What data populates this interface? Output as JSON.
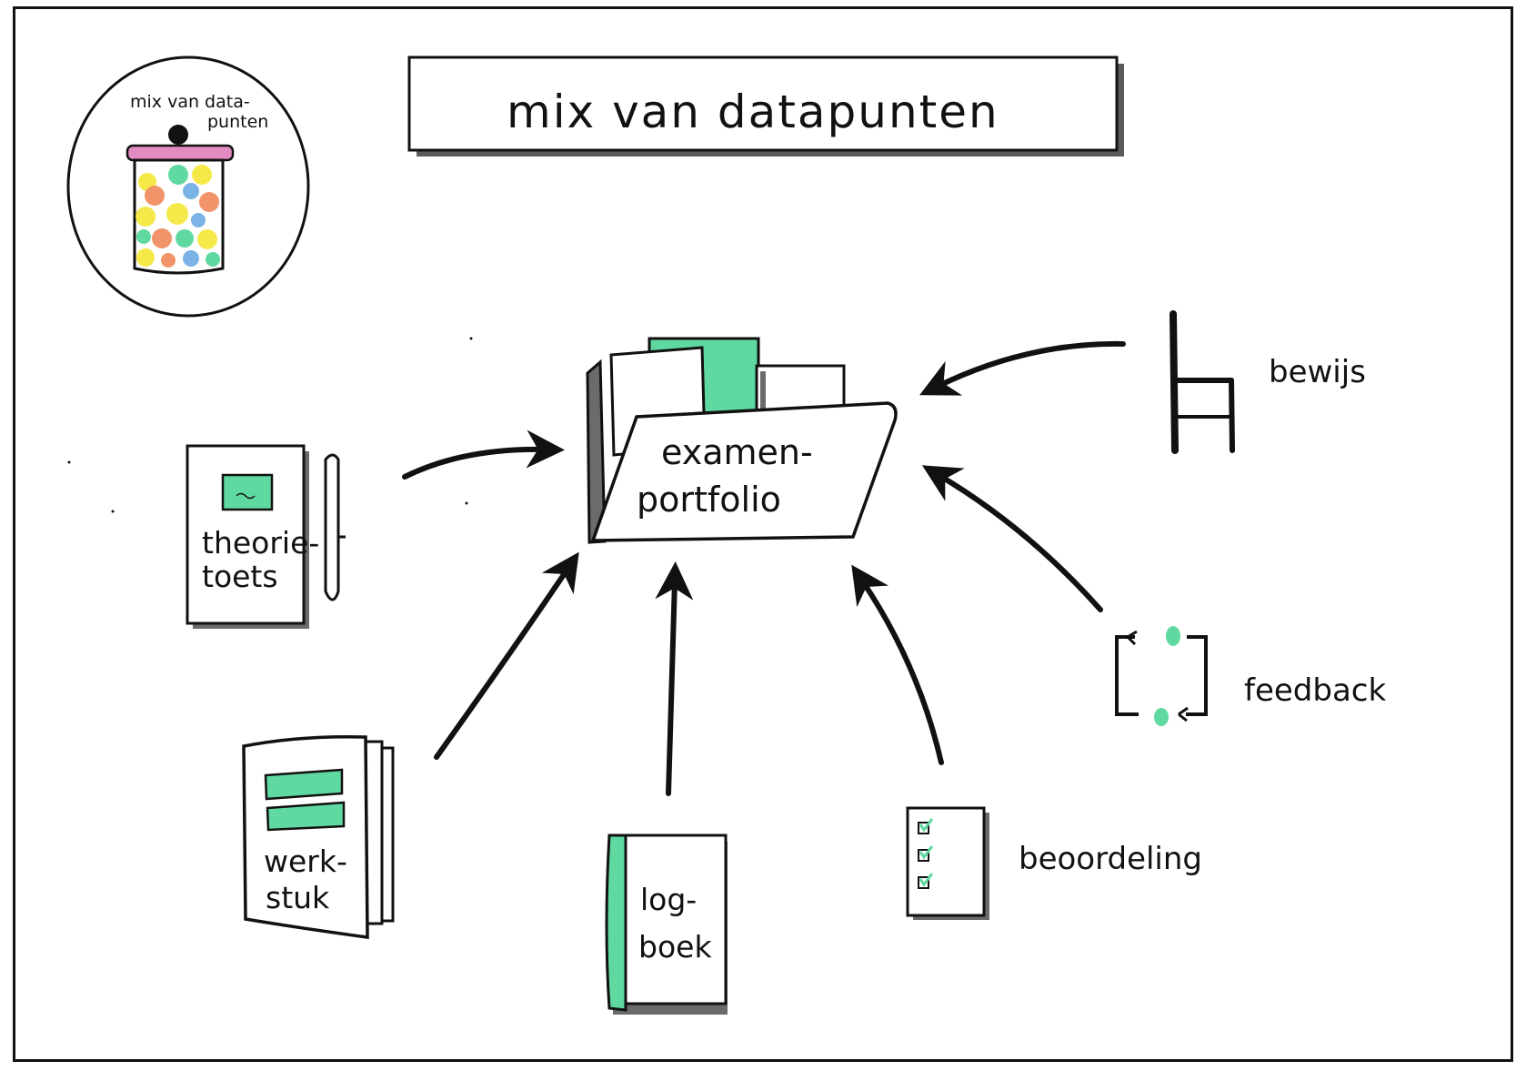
{
  "title": "mix van datapunten",
  "jar": {
    "line1": "mix van data-",
    "line2": "punten"
  },
  "center": {
    "line1": "examen-",
    "line2": "portfolio"
  },
  "sources": {
    "theorietoets": {
      "line1": "theorie-",
      "line2": "toets"
    },
    "werkstuk": {
      "line1": "werk-",
      "line2": "stuk"
    },
    "logboek": {
      "line1": "log-",
      "line2": "boek"
    },
    "beoordeling": "beoordeling",
    "feedback": "feedback",
    "bewijs": "bewijs"
  },
  "colors": {
    "accent_green": "#5fd9a0",
    "lid_pink": "#e28bc0",
    "ink": "#111111",
    "shadow_gray": "#6b6b6b"
  },
  "icons": [
    "jar-icon",
    "folder-icon",
    "test-sheet-icon",
    "pen-icon",
    "report-icon",
    "logbook-icon",
    "checklist-icon",
    "feedback-loop-icon",
    "chair-icon"
  ]
}
